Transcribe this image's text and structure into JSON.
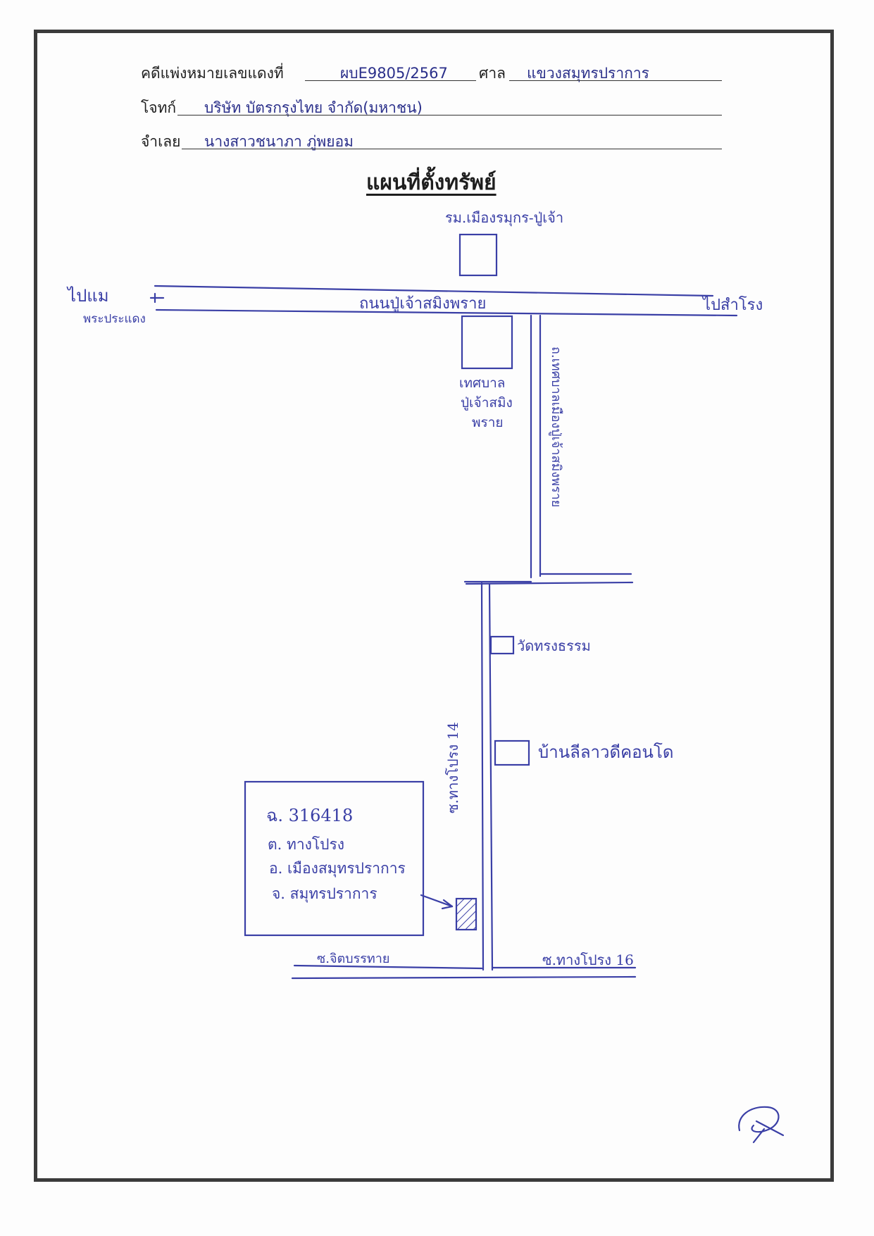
{
  "header": {
    "case_label": "คดีแพ่งหมายเลขแดงที่",
    "case_number": "ผบE9805/2567",
    "court_label": "ศาล",
    "court_name": "แขวงสมุทรปราการ",
    "plaintiff_label": "โจทก์",
    "plaintiff_name": "บริษัท บัตรกรุงไทย จำกัด(มหาชน)",
    "defendant_label": "จำเลย",
    "defendant_name": "นางสาวชนาภา ภู่พยอม"
  },
  "title": "แผนที่ตั้งทรัพย์",
  "map": {
    "ink_color": "#3a3fa6",
    "top_building_label": "รม.เมืองรมุกร-ปู่เจ้า",
    "main_road_label": "ถนนปู่เจ้าสมิงพราย",
    "left_direction_line1": "ไปแม",
    "left_direction_line2": "พระประแดง",
    "right_direction_label": "ไปสำโรง",
    "municipality_label_line1": "เทศบาล",
    "municipality_label_line2": "ปู่เจ้าสมิง",
    "municipality_label_line3": "พราย",
    "side_road_label": "ถ.เทศบาลเมืองปู่เจ้าสมิงพราย",
    "temple_label": "วัดทรงธรรม",
    "house_label": "บ้านลีลาวดีคอนโด",
    "soi_label": "ซ.ทางโปรง 14",
    "land_info": {
      "deed": "ฉ. 316418",
      "subdistrict": "ต. ทางโปรง",
      "district": "อ. เมืองสมุทรปราการ",
      "province": "จ. สมุทรปราการ"
    },
    "bottom_left_road": "ซ.จิตบรรทาย",
    "bottom_right_road": "ซ.ทางโปรง 16"
  }
}
